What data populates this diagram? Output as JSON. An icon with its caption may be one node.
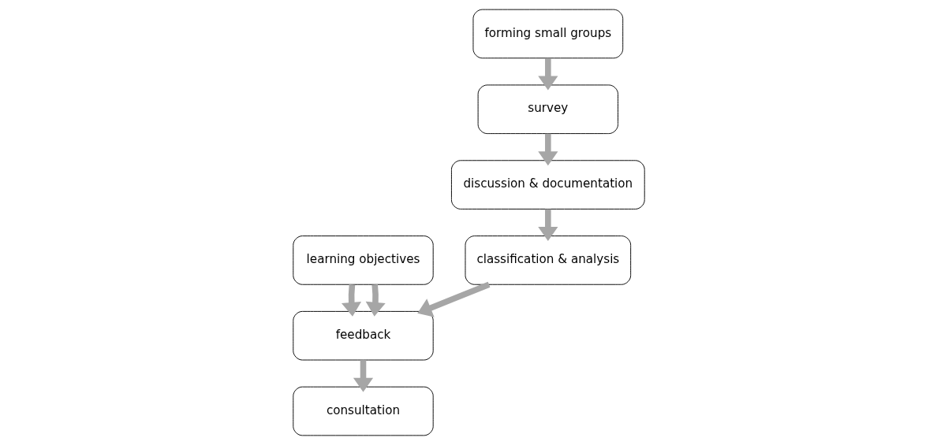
{
  "diagram": {
    "nodes": [
      {
        "text": [
          "learning objectives"
        ]
      },
      {
        "text": [
          "forming small groups"
        ]
      },
      {
        "text": [
          "survey"
        ]
      },
      {
        "text": [
          "discussion & documentation"
        ]
      },
      {
        "text": [
          "classification & analysis"
        ]
      },
      {
        "text": [
          "feedback"
        ]
      },
      {
        "text": [
          "consultation"
        ]
      }
    ],
    "edges": [
      {
        "from": 1,
        "to": 2,
        "arrow": "to"
      },
      {
        "from": 2,
        "to": 3,
        "arrow": "to"
      },
      {
        "from": 3,
        "to": 4,
        "arrow": "to"
      },
      {
        "from": 4,
        "to": 5,
        "arrow": "to"
      },
      {
        "from": 0,
        "to": 5,
        "arrow": "to"
      },
      {
        "from": 0,
        "to": 5,
        "arrow": "to"
      },
      {
        "from": 5,
        "to": 6,
        "arrow": "to"
      }
    ]
  }
}
